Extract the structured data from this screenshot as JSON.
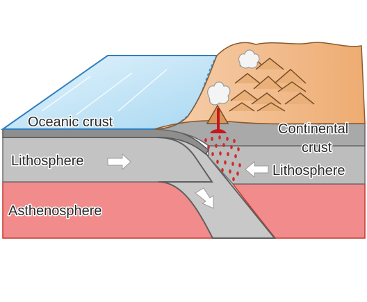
{
  "labels": {
    "oceanic_crust": "Oceanic crust",
    "lithosphere_left": "Lithosphere",
    "lithosphere_right": "Lithosphere",
    "asthenosphere": "Asthenosphere",
    "continental_line1": "Continental",
    "continental_line2": "crust"
  },
  "colors": {
    "ocean": "#bfe3f7",
    "ocean_edge": "#2f7fc0",
    "continent": "#f2b785",
    "lithosphere": "#bdbdbd",
    "asthenosphere": "#f28c8c",
    "magma": "#c8161d"
  }
}
